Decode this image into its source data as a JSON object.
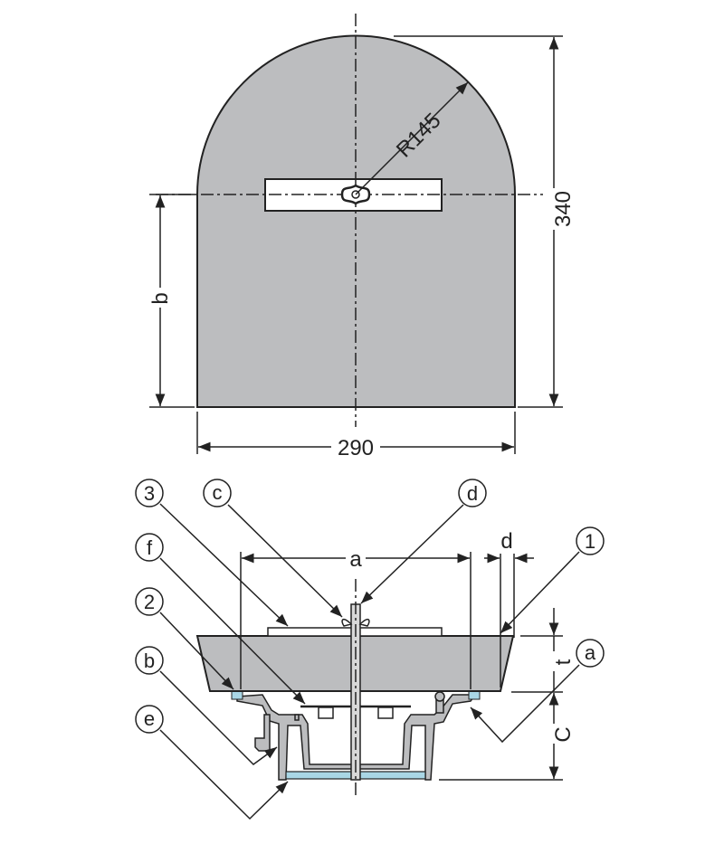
{
  "colors": {
    "body": "#bcbdbf",
    "seal": "#a9d6e5",
    "line": "#222222"
  },
  "top_view": {
    "radius_label": "R145",
    "height_label": "340",
    "b_label": "b",
    "width_label": "290"
  },
  "section_view": {
    "dim_a": "a",
    "dim_d": "d",
    "dim_t": "t",
    "dim_C": "C"
  },
  "callouts": [
    {
      "id": "3"
    },
    {
      "id": "c"
    },
    {
      "id": "d"
    },
    {
      "id": "f"
    },
    {
      "id": "2"
    },
    {
      "id": "b"
    },
    {
      "id": "e"
    },
    {
      "id": "1"
    },
    {
      "id": "a"
    }
  ]
}
